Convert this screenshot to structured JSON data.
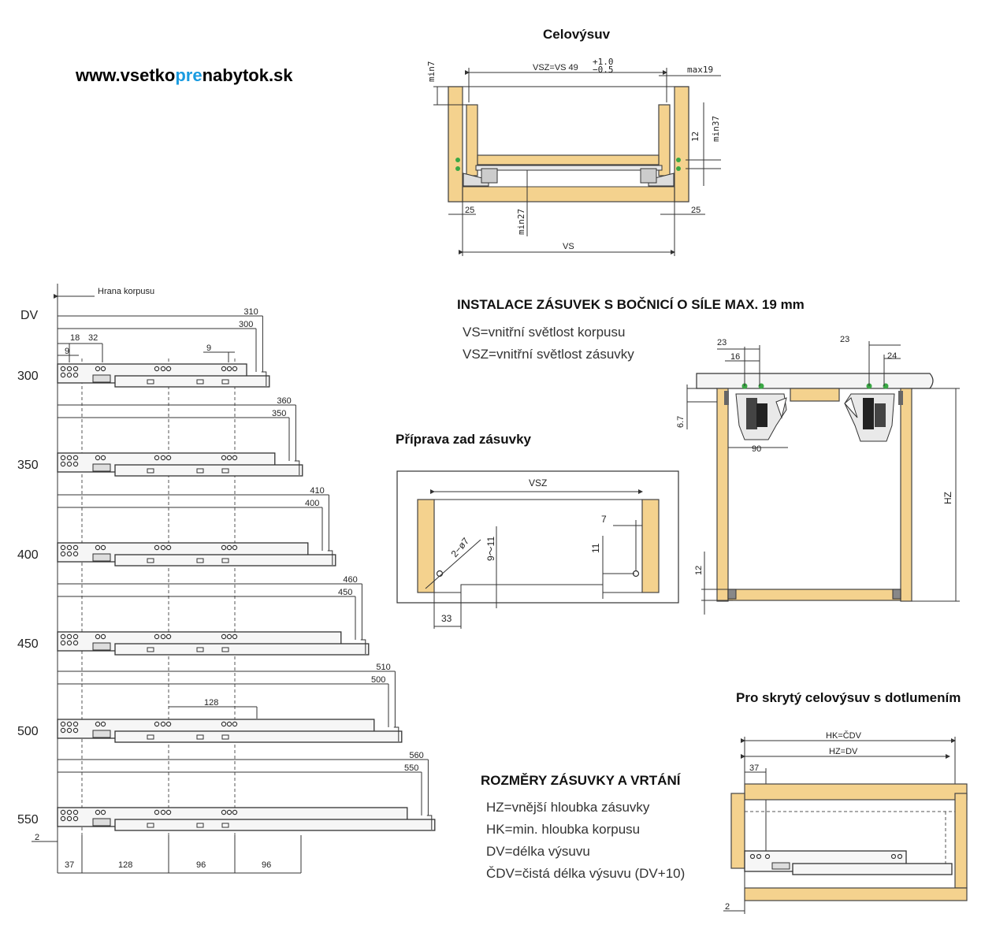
{
  "website": {
    "part1": "www.vsetko",
    "part2": "pre",
    "part3": "nabytok.sk"
  },
  "colors": {
    "wood": "#f4d28e",
    "website_highlight": "#1a9be0",
    "screw_green": "#3aa845"
  },
  "top_section": {
    "title": "Celovýsuv",
    "labels": {
      "vsz_formula": "VSZ=VS 49",
      "tol_plus": "+1.0",
      "tol_minus": "−0.5",
      "max19": "max19",
      "min7": "min7",
      "min37": "min37",
      "n12": "12",
      "min27": "min27",
      "left25": "25",
      "right25": "25",
      "vs": "VS"
    }
  },
  "install": {
    "title": "INSTALACE ZÁSUVEK S BOČNICÍ O SÍLE MAX. 19 mm",
    "legend": [
      "VS=vnitřní světlost korpusu",
      "VSZ=vnitřní světlost zásuvky"
    ]
  },
  "rear_prep": {
    "title": "Příprava zad zásuvky",
    "labels": {
      "vsz": "VSZ",
      "hole": "2−ø7",
      "range": "9～11",
      "n7": "7",
      "n11": "11",
      "n33": "33"
    }
  },
  "cross_section": {
    "labels": {
      "left23": "23",
      "left16": "16",
      "right23": "23",
      "right24": "24",
      "n67": "6.7",
      "n90": "90",
      "hz": "HZ",
      "n12": "12"
    }
  },
  "runners": {
    "edge_label": "Hrana korpusu",
    "dv_header": "DV",
    "rows": [
      {
        "dv": "300",
        "dim_outer": "310",
        "dim_inner": "300"
      },
      {
        "dv": "350",
        "dim_outer": "360",
        "dim_inner": "350"
      },
      {
        "dv": "400",
        "dim_outer": "410",
        "dim_inner": "400"
      },
      {
        "dv": "450",
        "dim_outer": "460",
        "dim_inner": "450"
      },
      {
        "dv": "500",
        "dim_outer": "510",
        "dim_inner": "500"
      },
      {
        "dv": "550",
        "dim_outer": "560",
        "dim_inner": "550"
      }
    ],
    "top_dims": {
      "n18": "18",
      "n32": "32",
      "n9a": "9",
      "n9b": "9"
    },
    "dim128_mid": "128",
    "bottom_dims": {
      "n2": "2",
      "n37": "37",
      "n128": "128",
      "n96a": "96",
      "n96b": "96"
    }
  },
  "dimensions": {
    "title": "ROZMĚRY ZÁSUVKY A VRTÁNÍ",
    "legend": [
      "HZ=vnější hloubka zásuvky",
      "HK=min. hloubka korpusu",
      "DV=délka výsuvu",
      "ČDV=čistá délka výsuvu (DV+10)"
    ]
  },
  "hidden": {
    "title": "Pro skrytý celovýsuv s dotlumením",
    "labels": {
      "hk": "HK=ČDV",
      "hz": "HZ=DV",
      "n37": "37",
      "n2": "2"
    }
  }
}
